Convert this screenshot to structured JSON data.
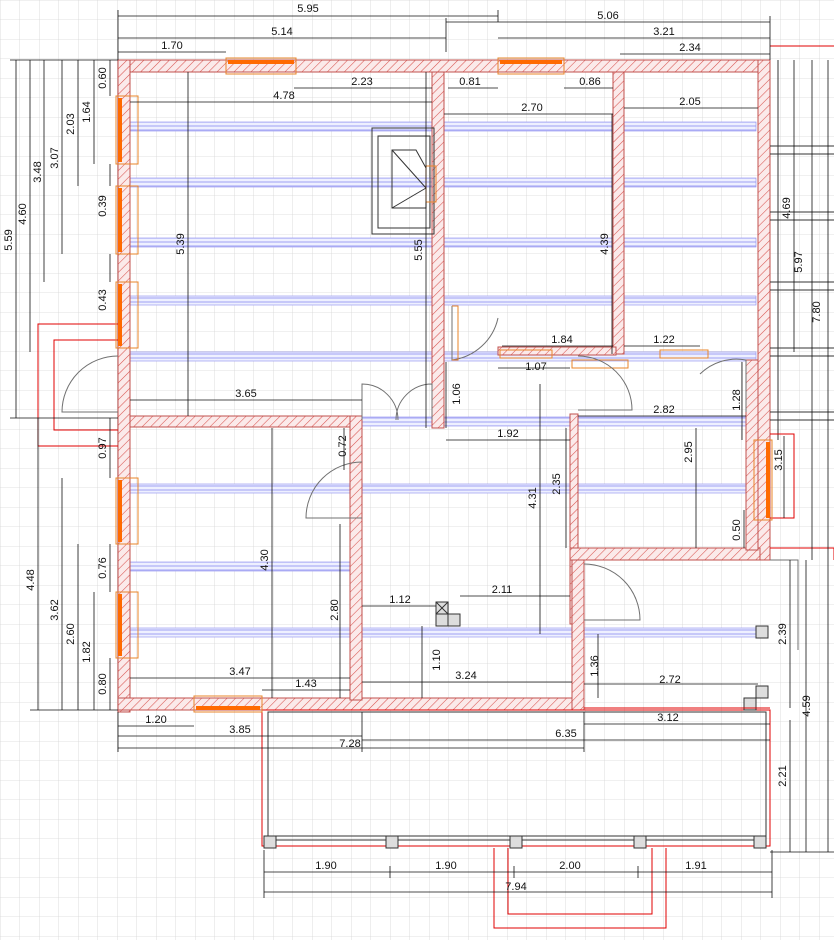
{
  "colors": {
    "wall_stroke": "#c0504d",
    "wall_hatch": "#d9534f",
    "window": "#ff6a00",
    "window_frame": "#e8842a",
    "beam": "#8c8cf0",
    "dimension": "#111111",
    "grid": "#d6d6d6",
    "door": "#707070",
    "outline_red": "#e00000",
    "column_fill": "#dddddd"
  },
  "dimensions": {
    "top_595": "5.95",
    "top_506": "5.06",
    "top_514": "5.14",
    "top_321": "3.21",
    "top_170": "1.70",
    "top_234": "2.34",
    "top_223": "2.23",
    "top_081": "0.81",
    "top_086": "0.86",
    "top_478": "4.78",
    "top_270": "2.70",
    "top_205": "2.05",
    "mid_365": "3.65",
    "mid_184": "1.84",
    "mid_122": "1.22",
    "mid_107": "1.07",
    "mid_192": "1.92",
    "mid_282": "2.82",
    "mid_112": "1.12",
    "mid_211": "2.11",
    "bot_347": "3.47",
    "bot_143": "1.43",
    "bot_324": "3.24",
    "bot_272": "2.72",
    "bot_120": "1.20",
    "bot_312": "3.12",
    "bot_385": "3.85",
    "bot_635": "6.35",
    "bot_728": "7.28",
    "ter_190a": "1.90",
    "ter_190b": "1.90",
    "ter_200": "2.00",
    "ter_191": "1.91",
    "ter_794": "7.94",
    "left_559": "5.59",
    "left_460": "4.60",
    "left_348": "3.48",
    "left_307": "3.07",
    "left_203": "2.03",
    "left_164": "1.64",
    "left_060": "0.60",
    "left_039": "0.39",
    "left_043": "0.43",
    "left_097": "0.97",
    "left_448": "4.48",
    "left_362": "3.62",
    "left_260": "2.60",
    "left_182": "1.82",
    "left_076": "0.76",
    "left_080": "0.80",
    "in_539": "5.39",
    "in_555": "5.55",
    "in_439": "4.39",
    "in_106": "1.06",
    "in_072": "0.72",
    "in_430": "4.30",
    "in_280": "2.80",
    "in_431": "4.31",
    "in_235": "2.35",
    "in_110": "1.10",
    "in_136": "1.36",
    "in_295": "2.95",
    "in_128": "1.28",
    "in_050": "0.50",
    "in_315": "3.15",
    "right_469": "4.69",
    "right_597": "5.97",
    "right_780": "7.80",
    "right_239": "2.39",
    "right_221": "2.21",
    "right_459": "4.59"
  }
}
